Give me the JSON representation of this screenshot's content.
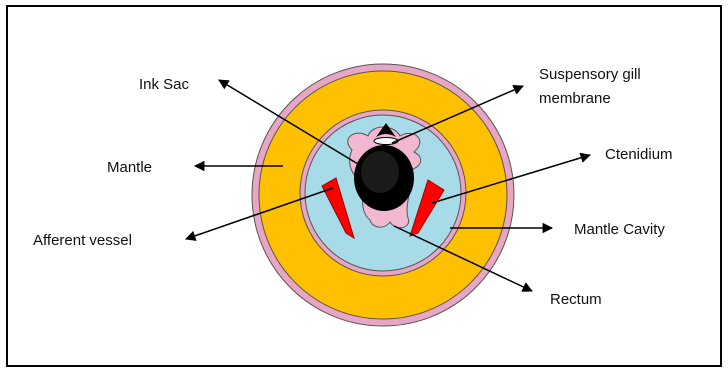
{
  "diagram": {
    "labels": {
      "ink_sac": "Ink Sac",
      "suspensory_line1": "Suspensory gill",
      "suspensory_line2": "membrane",
      "mantle": "Mantle",
      "ctenidium": "Ctenidium",
      "afferent_vessel": "Afferent vessel",
      "mantle_cavity": "Mantle Cavity",
      "rectum": "Rectum"
    },
    "colors": {
      "border": "#000000",
      "outer_layer": "#e8a6c4",
      "mantle": "#ffc000",
      "inner_ring": "#e8a6c4",
      "cavity": "#a8dbe8",
      "ink_sac": "#000000",
      "ctenidium": "#ff0000",
      "rectum_tissue": "#f2b8d2",
      "arrow": "#000000"
    }
  }
}
